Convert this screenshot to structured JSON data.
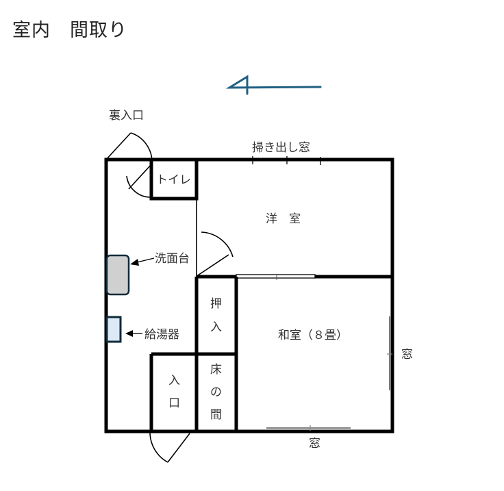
{
  "title": "室内　間取り",
  "colors": {
    "compass": "#1f5f82",
    "washbasin_fill": "#d0d0d0",
    "heater_fill": "#dde9f5",
    "fixture_stroke": "#0e2a3a"
  },
  "compass": {
    "icon": "north-arrow-icon"
  },
  "labels": {
    "back_entrance": "裏入口",
    "toilet": "トイレ",
    "sweep_window": "掃き出し窓",
    "western_room": "洋　室",
    "washbasin": "洗面台",
    "closet_1": "押",
    "closet_2": "入",
    "water_heater": "給湯器",
    "japanese_room": "和室（８畳）",
    "window_right": "窓",
    "window_bottom": "窓",
    "entrance_1": "入",
    "entrance_2": "口",
    "alcove_1": "床",
    "alcove_2": "の",
    "alcove_3": "間"
  }
}
